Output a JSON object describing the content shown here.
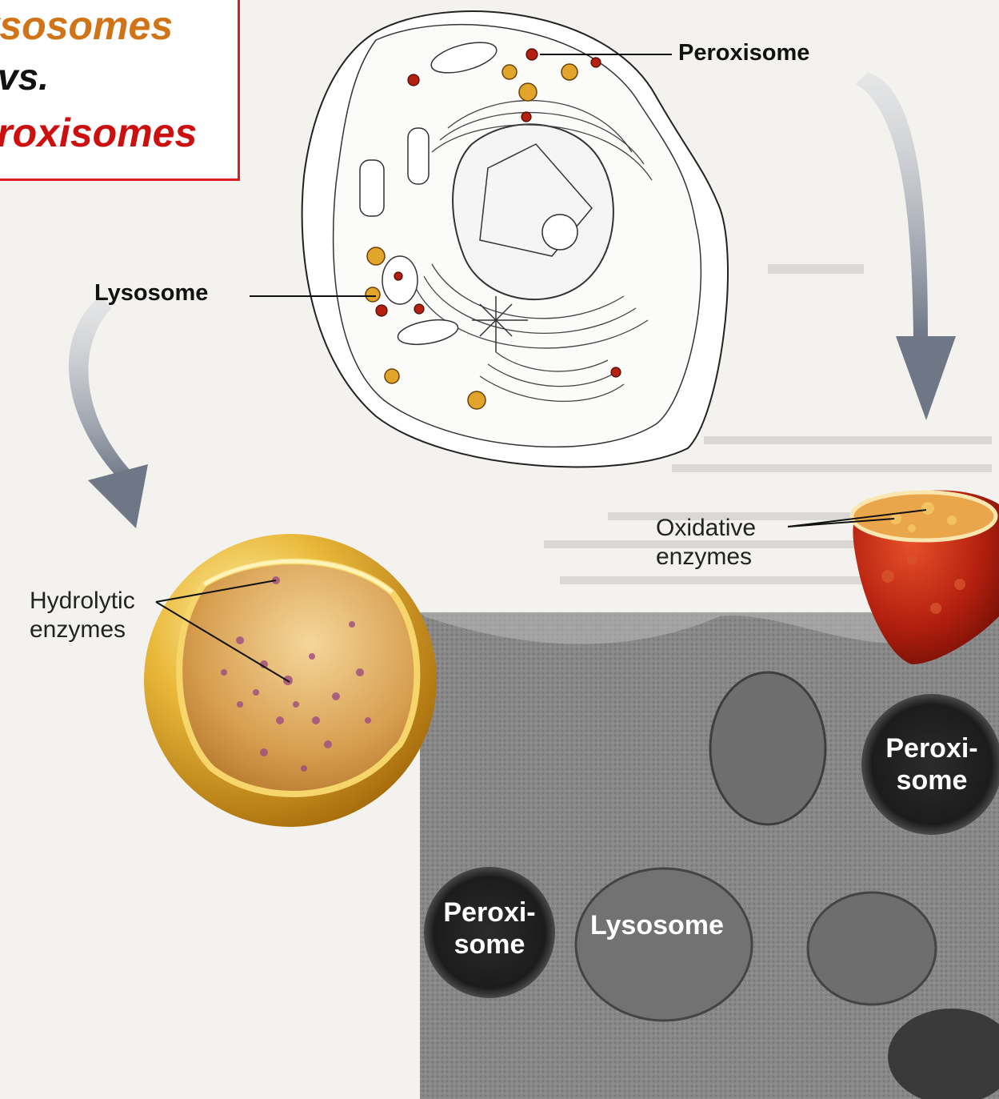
{
  "title": {
    "line1": "Lysosomes",
    "line2": "vs.",
    "line3": "Peroxisomes"
  },
  "labels": {
    "peroxisome_top": "Peroxisome",
    "lysosome_left": "Lysosome",
    "oxidative_line1": "Oxidative",
    "oxidative_line2": "enzymes",
    "hydrolytic_line1": "Hydrolytic",
    "hydrolytic_line2": "enzymes"
  },
  "micrograph_labels": {
    "peroxisome_right_line1": "Peroxi-",
    "peroxisome_right_line2": "some",
    "peroxisome_left_line1": "Peroxi-",
    "peroxisome_left_line2": "some",
    "lysosome": "Lysosome"
  },
  "colors": {
    "title_border": "#d81e1e",
    "lysosome_orange": "#d07417",
    "peroxisome_red": "#cc1010",
    "lysosome_gold": "#e0a52a",
    "peroxisome_crimson": "#b3200f"
  },
  "icons": [
    "cell-diagram",
    "lysosome-sphere-illustration",
    "peroxisome-cup-illustration",
    "electron-micrograph",
    "curved-arrow-left",
    "curved-arrow-right"
  ]
}
